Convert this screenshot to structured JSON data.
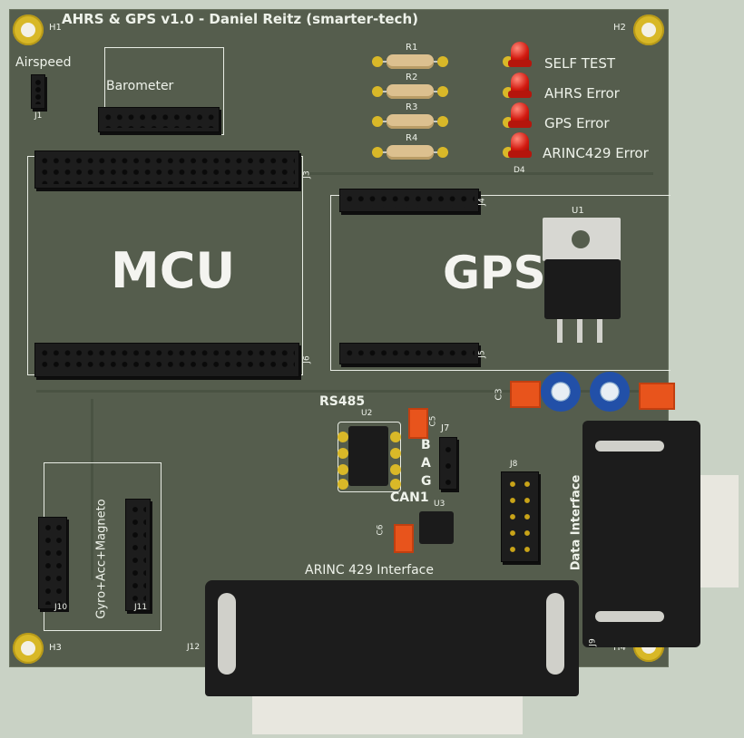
{
  "board": {
    "title": "AHRS & GPS v1.0 - Daniel Reitz (smarter-tech)",
    "colors": {
      "pcb": "#555d4d",
      "silkscreen": "#eef2ea",
      "pad": "#d9b828",
      "led": "#d21a10",
      "capacitor": "#e8541c",
      "connector": "#1c1c1c"
    }
  },
  "mounting_holes": [
    "H1",
    "H2",
    "H3",
    "H4"
  ],
  "sections": {
    "airspeed": "Airspeed",
    "barometer": "Barometer",
    "mcu": "MCU",
    "gps": "GPS",
    "rs485": "RS485",
    "can": "CAN1",
    "gyro": "Gyro+Acc+Magneto",
    "arinc": "ARINC 429 Interface",
    "data_interface": "Data Interface"
  },
  "resistors": [
    "R1",
    "R2",
    "R3",
    "R4"
  ],
  "leds": [
    {
      "label": "SELF TEST"
    },
    {
      "label": "AHRS Error"
    },
    {
      "label": "GPS Error"
    },
    {
      "label": "ARINC429 Error"
    }
  ],
  "led_ref": "D4",
  "rs485_pins": [
    "B",
    "A",
    "G"
  ],
  "refs": {
    "J1": "J1",
    "J3": "J3",
    "J4": "J4",
    "J5": "J5",
    "J6": "J6",
    "J7": "J7",
    "J8": "J8",
    "J9": "J9",
    "J10": "J10",
    "J11": "J11",
    "J12": "J12",
    "U1": "U1",
    "U2": "U2",
    "U3": "U3",
    "C3": "C3",
    "C5": "C5",
    "C6": "C6"
  }
}
